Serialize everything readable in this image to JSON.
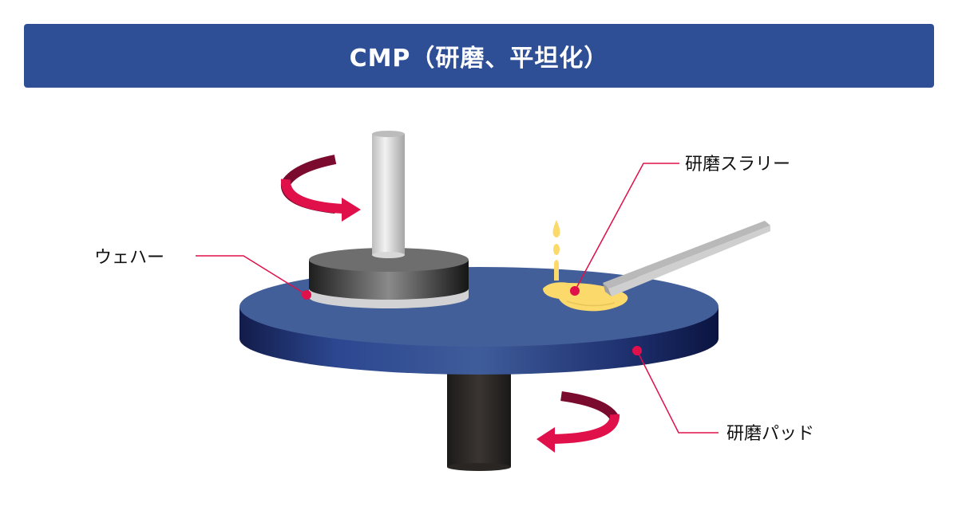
{
  "title": "CMP（研磨、平坦化）",
  "labels": {
    "slurry": "研磨スラリー",
    "wafer": "ウェハー",
    "pad": "研磨パッド"
  },
  "colors": {
    "title_bar": "#2e4f96",
    "pad": "#435f9a",
    "pad_side": "#25397a",
    "callout": "#e0104a",
    "arrow": "#e0104a",
    "arrow_dark": "#7a0a2e",
    "slurry": "#fbd96a"
  }
}
